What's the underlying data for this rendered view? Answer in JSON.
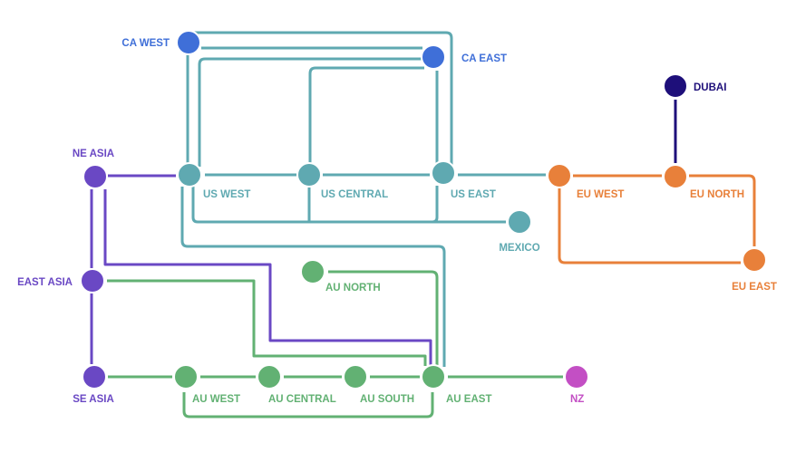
{
  "colors": {
    "canada": "#3f6fd8",
    "us": "#5fa9b1",
    "asia": "#6a48c4",
    "australia": "#62b173",
    "europe": "#e8803a",
    "dubai": "#1e0f7a",
    "nz": "#c34fc4"
  },
  "nodes": {
    "ca_west": "CA WEST",
    "ca_east": "CA EAST",
    "dubai": "DUBAI",
    "ne_asia": "NE ASIA",
    "us_west": "US WEST",
    "us_central": "US CENTRAL",
    "us_east": "US EAST",
    "eu_west": "EU WEST",
    "eu_north": "EU NORTH",
    "mexico": "MEXICO",
    "eu_east": "EU EAST",
    "au_north": "AU NORTH",
    "east_asia": "EAST ASIA",
    "se_asia": "SE ASIA",
    "au_west": "AU WEST",
    "au_central": "AU CENTRAL",
    "au_south": "AU SOUTH",
    "au_east": "AU EAST",
    "nz": "NZ"
  }
}
